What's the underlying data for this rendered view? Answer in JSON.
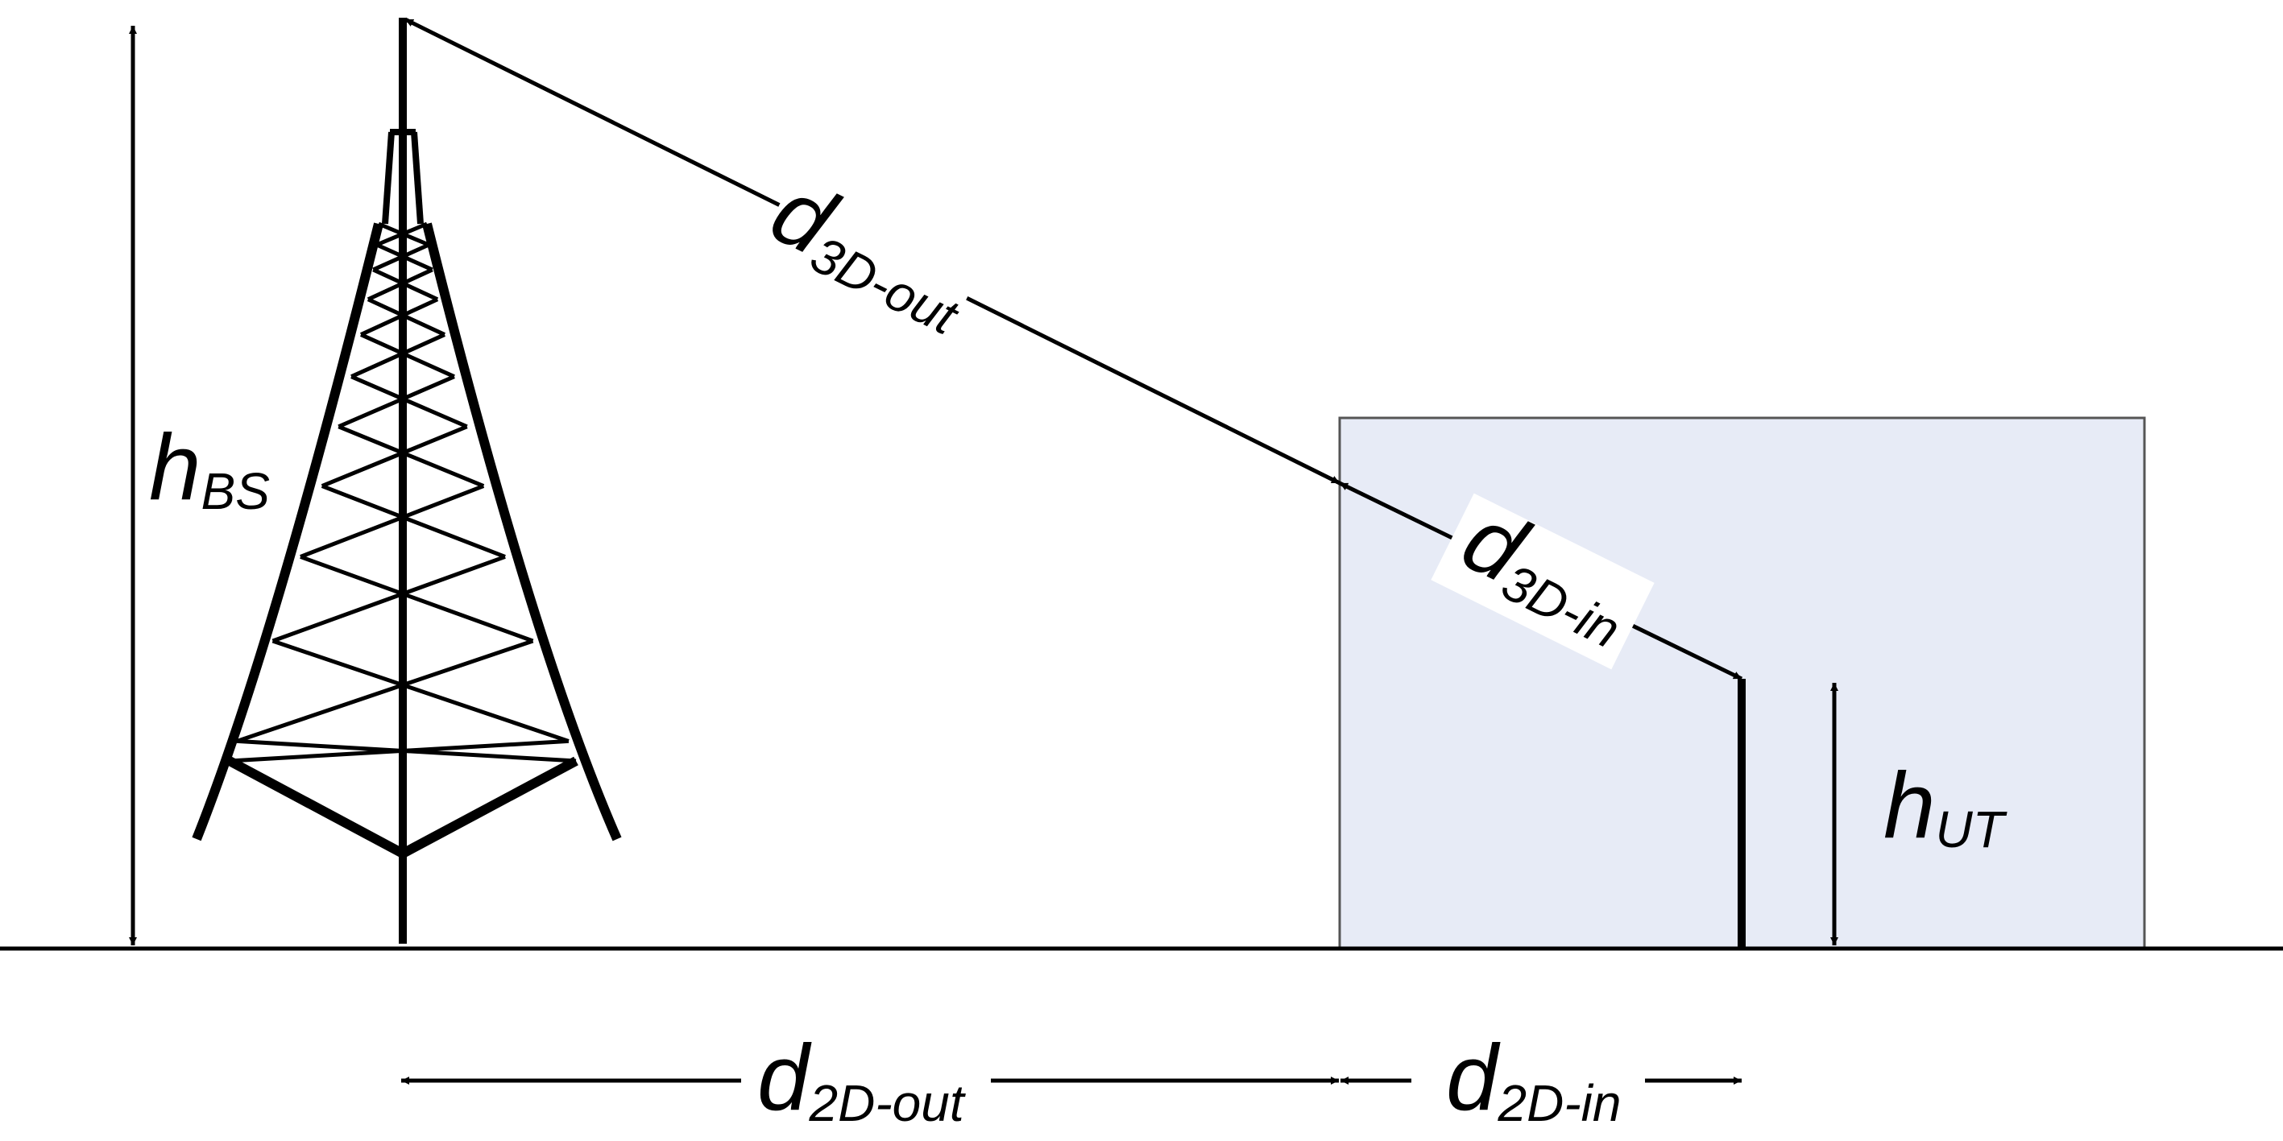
{
  "labels": {
    "h_bs": {
      "main": "h",
      "sub": "BS"
    },
    "d_3d_out": {
      "main": "d",
      "sub": "3D-out"
    },
    "d_3d_in": {
      "main": "d",
      "sub": "3D-in"
    },
    "h_ut": {
      "main": "h",
      "sub": "UT"
    },
    "d_2d_out": {
      "main": "d",
      "sub": "2D-out"
    },
    "d_2d_in": {
      "main": "d",
      "sub": "2D-in"
    }
  },
  "colors": {
    "building_fill": "#e7ebf6",
    "building_stroke": "#555555",
    "line": "#000000"
  }
}
